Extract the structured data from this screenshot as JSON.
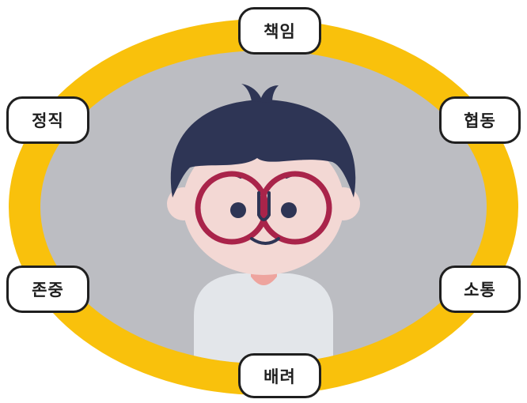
{
  "values": {
    "top": "책임",
    "upper_right": "협동",
    "lower_right": "소통",
    "bottom": "배려",
    "lower_left": "존중",
    "upper_left": "정직"
  },
  "colors": {
    "ring": "#f9c10c",
    "background": "#bcbdc2",
    "hair": "#2e3555",
    "skin": "#f3d8d4",
    "glasses": "#a9244a",
    "shirt": "#e3e6ea",
    "neck": "#eea49e"
  }
}
